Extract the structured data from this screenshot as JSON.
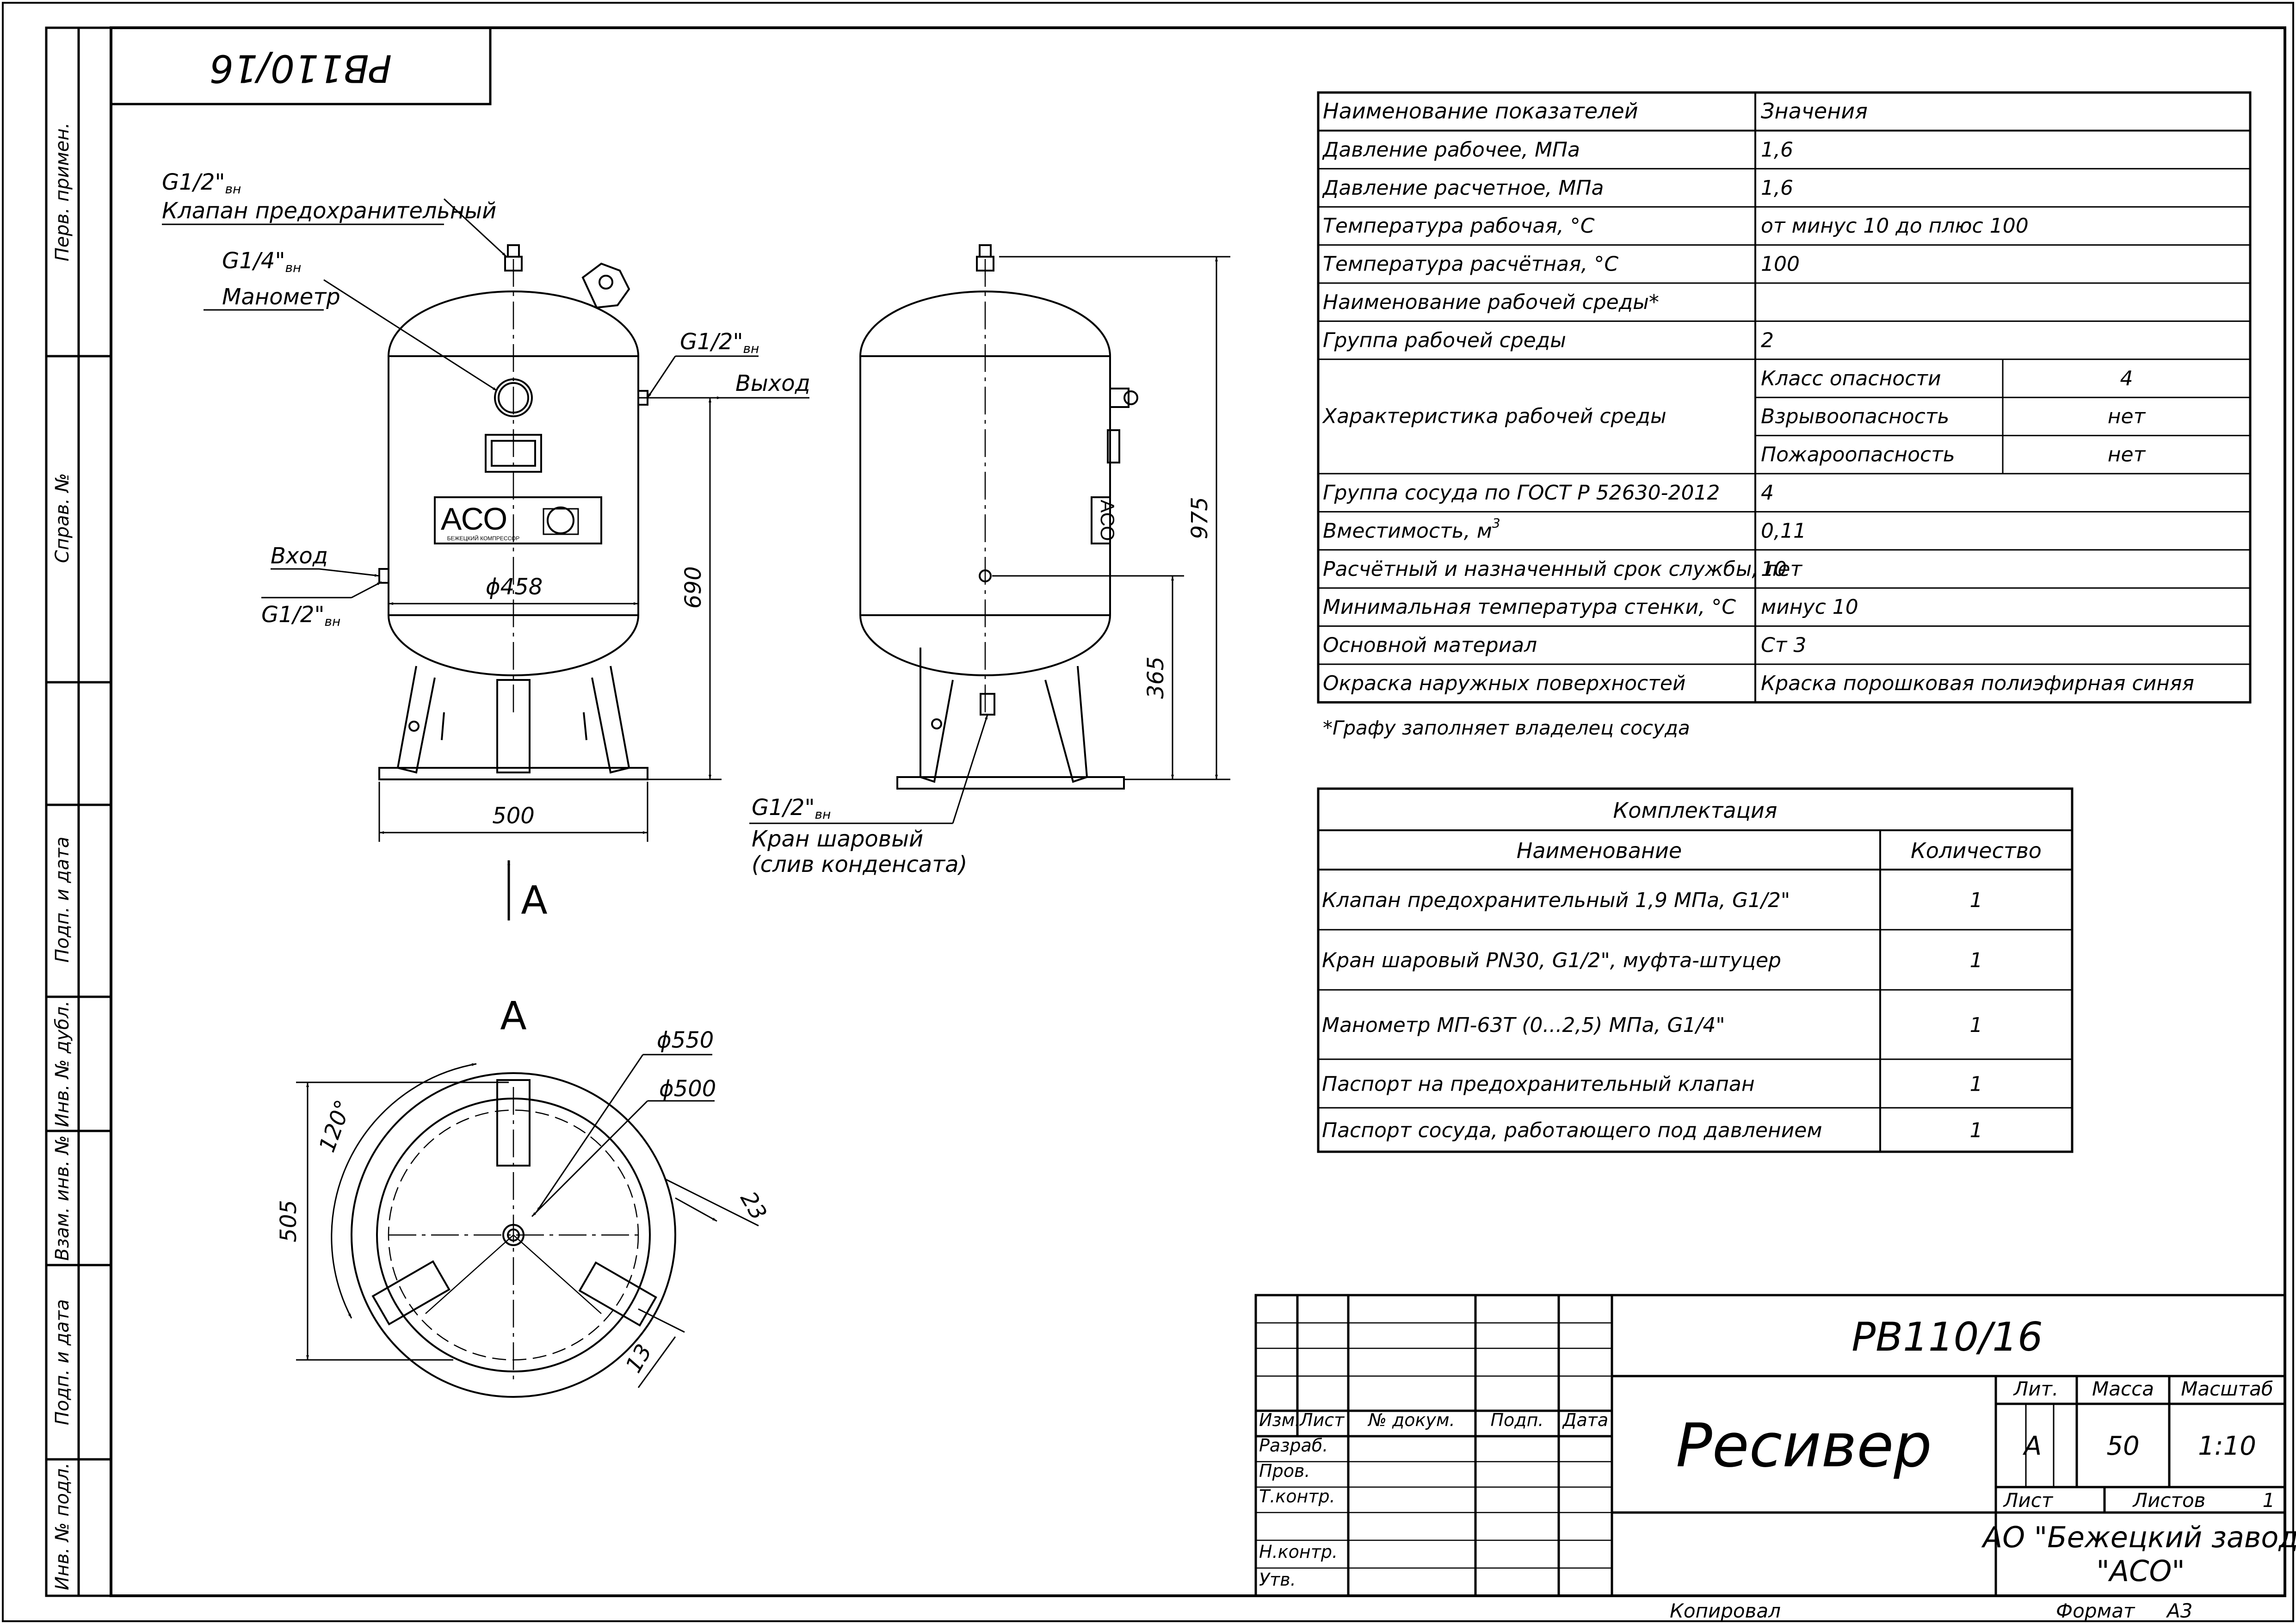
{
  "stamp_corner": "РВ110/16",
  "margin_labels": {
    "perv_primen": "Перв. примен.",
    "sprav_no": "Справ. №",
    "podp_data_1": "Подп. и дата",
    "inv_dubl": "Инв. № дубл.",
    "vzam_inv": "Взам. инв. №",
    "podp_data_2": "Подп. и дата",
    "inv_podl": "Инв. № подл."
  },
  "front_view": {
    "valve_thread": "G1/2\"",
    "valve_thread_sub": "вн",
    "valve_label": "Клапан предохранительный",
    "gauge_thread": "G1/4\"",
    "gauge_thread_sub": "вн",
    "gauge_label": "Манометр",
    "outlet_thread": "G1/2\"",
    "outlet_thread_sub": "вн",
    "outlet_label": "Выход",
    "inlet_label": "Вход",
    "inlet_thread": "G1/2\"",
    "inlet_thread_sub": "вн",
    "dim_diameter": "ϕ458",
    "dim_height": "690",
    "dim_base": "500",
    "view_arrow_label": "А",
    "logo_text": "АСО",
    "logo_sub": "БЕЖЕЦКИЙ КОМПРЕССОР"
  },
  "side_view": {
    "dim_total": "975",
    "dim_lower": "365",
    "drain_thread": "G1/2\"",
    "drain_thread_sub": "вн",
    "drain_label_1": "Кран шаровый",
    "drain_label_2": "(слив конденсата)",
    "logo_text": "АСО"
  },
  "view_a": {
    "title": "А",
    "dim_d550": "ϕ550",
    "dim_d500": "ϕ500",
    "dim_angle": "120°",
    "dim_505": "505",
    "dim_23": "23",
    "dim_13": "13"
  },
  "spec_table": {
    "header": [
      "Наименование показателей",
      "Значения"
    ],
    "rows": [
      [
        "Давление рабочее, МПа",
        "1,6"
      ],
      [
        "Давление расчетное, МПа",
        "1,6"
      ],
      [
        "Температура рабочая, °С",
        "от минус 10 до плюс 100"
      ],
      [
        "Температура расчётная, °С",
        "100"
      ],
      [
        "Наименование рабочей среды*",
        ""
      ],
      [
        "Группа рабочей среды",
        "2"
      ]
    ],
    "medium_label": "Характеристика рабочей среды",
    "medium_rows": [
      [
        "Класс опасности",
        "4"
      ],
      [
        "Взрывоопасность",
        "нет"
      ],
      [
        "Пожароопасность",
        "нет"
      ]
    ],
    "rows2": [
      [
        "Группа сосуда по ГОСТ Р 52630-2012",
        "4"
      ],
      [
        "Вместимость, м",
        "0,11"
      ],
      [
        "Расчётный и назначенный срок службы, лет",
        "10"
      ],
      [
        "Минимальная температура стенки, °С",
        "минус 10"
      ],
      [
        "Основной материал",
        "Ст 3"
      ],
      [
        "Окраска наружных поверхностей",
        "Краска порошковая полиэфирная синяя"
      ]
    ],
    "volume_exp": "3",
    "footnote": "*Графу заполняет владелец сосуда"
  },
  "kit_table": {
    "title": "Комплектация",
    "header": [
      "Наименование",
      "Количество"
    ],
    "rows": [
      [
        "Клапан предохранительный 1,9 МПа, G1/2\"",
        "1"
      ],
      [
        "Кран шаровый PN30, G1/2\", муфта-штуцер",
        "1"
      ],
      [
        "Манометр МП-63Т (0...2,5) МПа, G1/4\"",
        "1"
      ],
      [
        "Паспорт на предохранительный клапан",
        "1"
      ],
      [
        "Паспорт сосуда, работающего под давлением",
        "1"
      ]
    ]
  },
  "title_block": {
    "designation": "РВ110/16",
    "name": "Ресивер",
    "col_izm": "Изм.",
    "col_list": "Лист",
    "col_dokum": "№ докум.",
    "col_podp": "Подп.",
    "col_data": "Дата",
    "razrab": "Разраб.",
    "prov": "Пров.",
    "tkontr": "Т.контр.",
    "nkontr": "Н.контр.",
    "utv": "Утв.",
    "lit_label": "Лит.",
    "mass_label": "Масса",
    "scale_label": "Масштаб",
    "lit_value": "А",
    "mass_value": "50",
    "scale_value": "1:10",
    "sheet_label": "Лист",
    "sheets_label": "Листов",
    "sheets_value": "1",
    "org_line1": "АО \"Бежецкий завод",
    "org_line2": "\"АСО\""
  },
  "footer": {
    "copied": "Копировал",
    "format_label": "Формат",
    "format_value": "А3"
  }
}
